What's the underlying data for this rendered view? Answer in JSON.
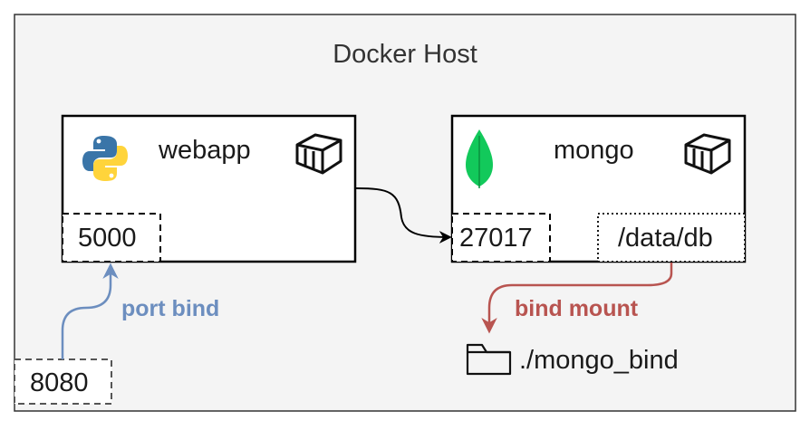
{
  "host": {
    "title": "Docker Host"
  },
  "services": {
    "webapp": {
      "name": "webapp",
      "port": "5000",
      "icon": "python-logo-icon"
    },
    "mongo": {
      "name": "mongo",
      "port": "27017",
      "volume_path": "/data/db",
      "icon": "mongodb-leaf-icon"
    }
  },
  "host_port": "8080",
  "edges": {
    "port_bind": "port bind",
    "bind_mount": "bind mount"
  },
  "folder": {
    "label": "./mongo_bind",
    "icon": "folder-icon"
  },
  "colors": {
    "host_bg": "#f4f4f4",
    "port_bind": "#6c8ebf",
    "bind_mount": "#b85450",
    "mongo_green": "#12c95b",
    "python_blue": "#3a75a8",
    "python_yellow": "#ffd43b"
  }
}
